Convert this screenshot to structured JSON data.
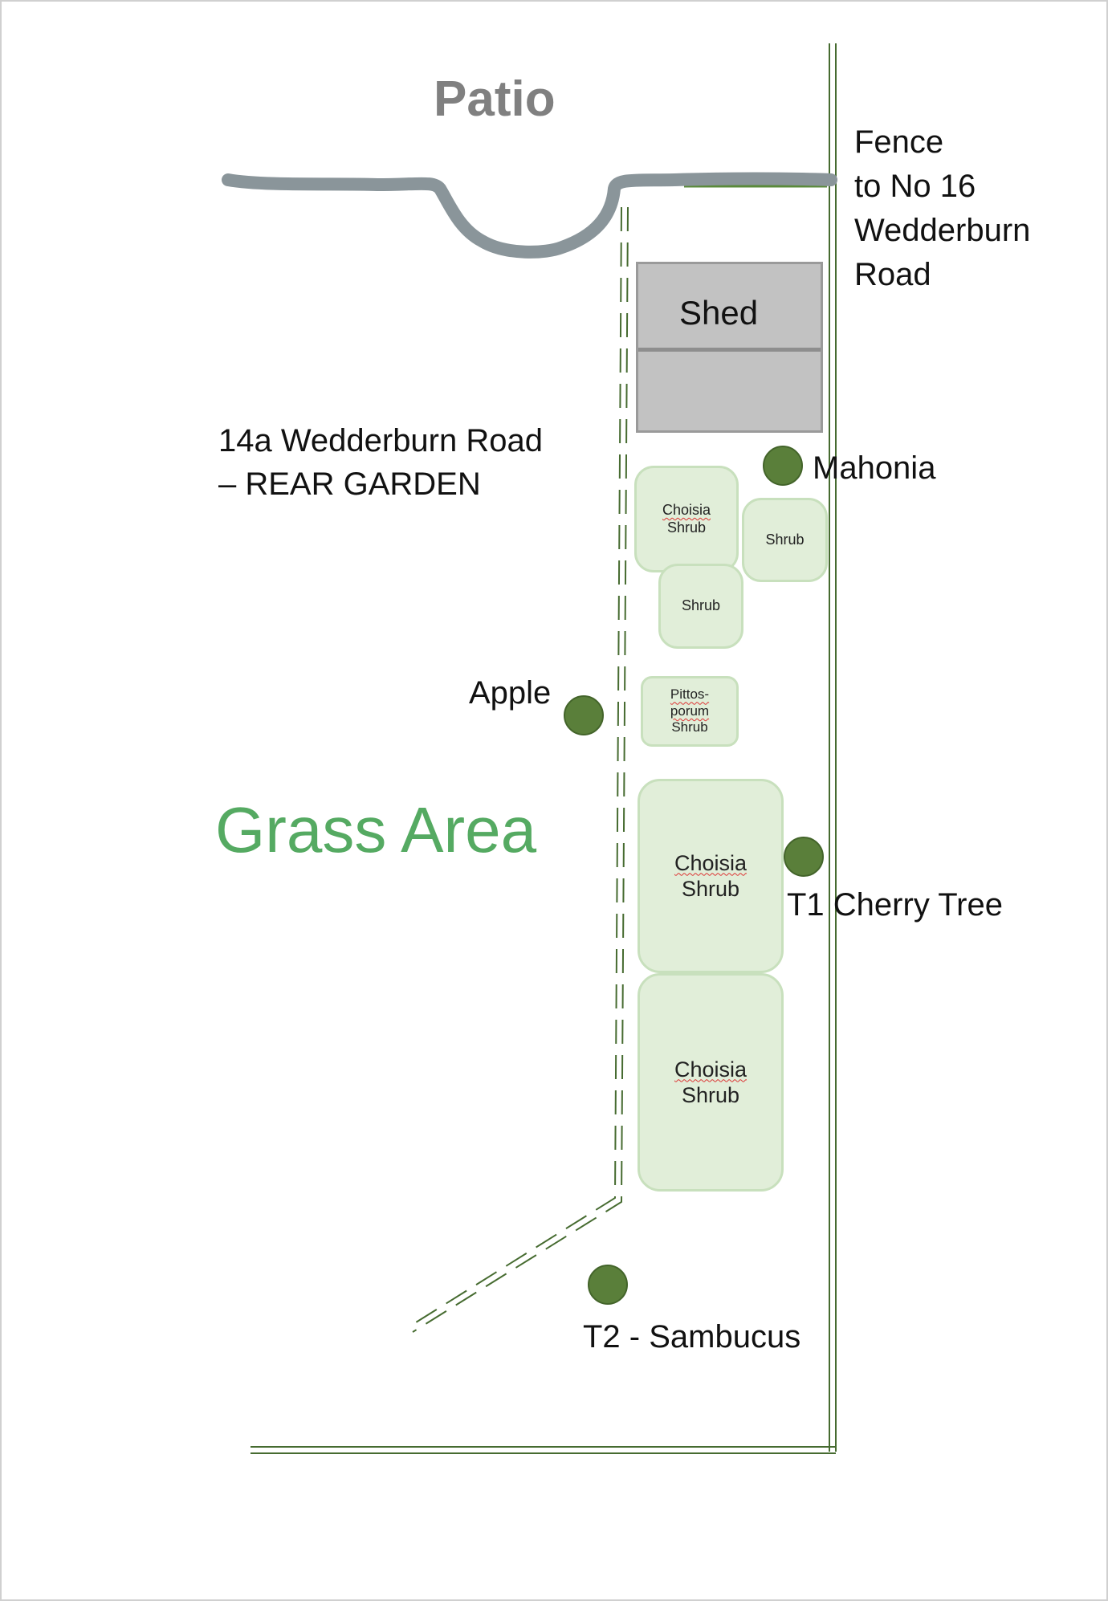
{
  "labels": {
    "patio": "Patio",
    "fence": [
      "Fence",
      "to No 16",
      "Wedderburn",
      "Road"
    ],
    "garden_title": [
      "14a Wedderburn Road",
      "– REAR GARDEN"
    ],
    "grass_area": "Grass Area",
    "shed": "Shed",
    "mahonia": "Mahonia",
    "apple": "Apple",
    "cherry": "T1 Cherry Tree",
    "sambucus": "T2 - Sambucus"
  },
  "shrubs": {
    "choisia_top": [
      "Choisia",
      "Shrub"
    ],
    "shrub_right": "Shrub",
    "shrub_middle": "Shrub",
    "pittosporum": [
      "Pittos-",
      "porum",
      "Shrub"
    ],
    "choisia_large_1": [
      "Choisia",
      "Shrub"
    ],
    "choisia_large_2": [
      "Choisia",
      "Shrub"
    ]
  },
  "colors": {
    "patio_text": "#808080",
    "patio_edge": "#8a959a",
    "fence_line": "#466b30",
    "grass_text": "#55aa62",
    "tree_fill": "#5a7f3a",
    "shrub_fill": "#e1eed9",
    "shed_fill": "#c2c2c2"
  }
}
